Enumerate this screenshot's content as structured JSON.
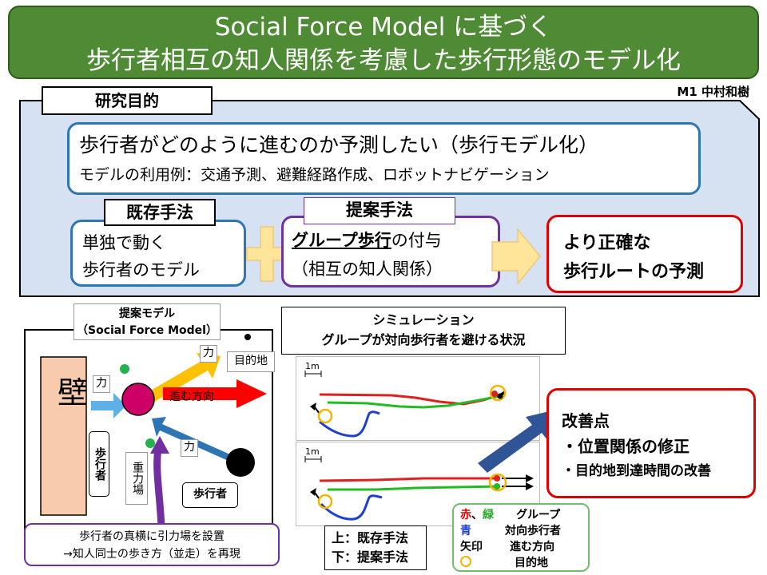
{
  "title": {
    "line1": "Social Force Model に基づく",
    "line2": "歩行者相互の知人関係を考慮した歩行形態のモデル化"
  },
  "author": "M1 中村和樹",
  "research": {
    "tab": "研究目的",
    "goal_line1": "歩行者がどのように進むのか予測したい（歩行モデル化）",
    "goal_line2": "モデルの利用例：交通予測、避難経路作成、ロボットナビゲーション",
    "existing_tab": "既存手法",
    "existing_line1": "単独で動く",
    "existing_line2": "歩行者のモデル",
    "proposed_tab": "提案手法",
    "proposed_underlined": "グループ歩行",
    "proposed_rest": "の付与",
    "proposed_line2": "（相互の知人関係）",
    "result_line1": "より正確な",
    "result_line2": "歩行ルートの予測"
  },
  "model": {
    "header_line1": "提案モデル",
    "header_line2": "（Social Force Model）",
    "wall": "壁",
    "force": "力",
    "destination": "目的地",
    "direction": "進む方向",
    "pedestrian_vertical": "歩行者",
    "gravity_field": "重力場",
    "pedestrian": "歩行者",
    "note_line1": "歩行者の真横に引力場を設置",
    "note_line2": "→知人同士の歩き方（並走）を再現"
  },
  "simulation": {
    "header_line1": "シミュレーション",
    "header_line2": "グループが対向歩行者を避ける状況",
    "scale": "1m",
    "caption_line1": "上：既存手法",
    "caption_line2": "下：提案手法"
  },
  "legend": {
    "red": "赤",
    "comma": "、",
    "green": "緑",
    "group": "グループ",
    "blue": "青",
    "oncoming": "対向歩行者",
    "arrow": "矢印",
    "direction": "進む方向",
    "destination": "目的地"
  },
  "improvement": {
    "title": "改善点",
    "item1": "・位置関係の修正",
    "item2": "・目的地到達時間の改善"
  },
  "colors": {
    "title_green": "#4f8a35",
    "panel_blue": "#d6e2f2",
    "box_blue": "#2e75b6",
    "box_purple": "#7030a0",
    "box_red": "#e00000",
    "plus_yellow": "#ffe599",
    "sim_red": "#e02020",
    "sim_green": "#22bb22",
    "sim_blue": "#1f3fd0"
  }
}
